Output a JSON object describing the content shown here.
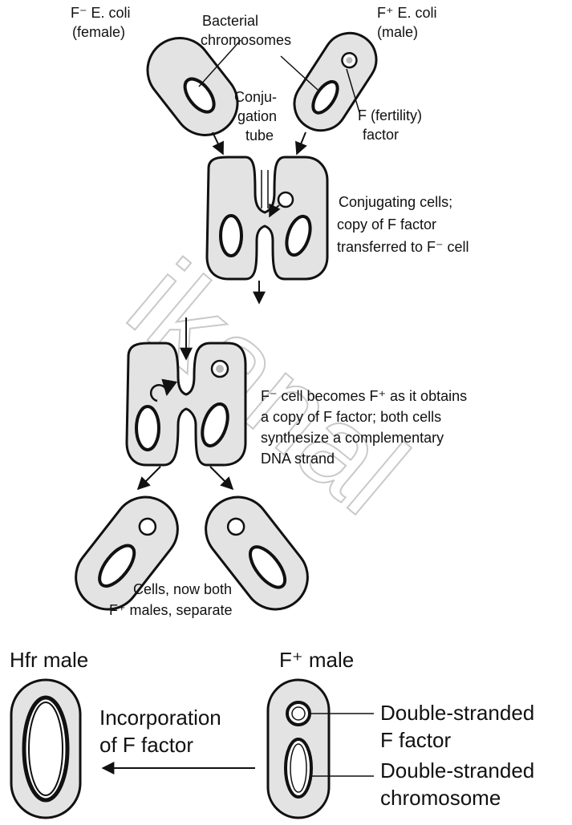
{
  "labels": {
    "female_line1": "F⁻ E. coli",
    "female_line2": "(female)",
    "bact_chrom_line1": "Bacterial",
    "bact_chrom_line2": "chromosomes",
    "male_line1": "F⁺ E. coli",
    "male_line2": "(male)",
    "tube_line1": "Conju-",
    "tube_line2": "gation",
    "tube_line3": "tube",
    "ffactor_line1": "F (fertility)",
    "ffactor_line2": "factor",
    "conj_line1": "Conjugating cells;",
    "conj_line2": "copy of F factor",
    "conj_line3": "transferred to F⁻ cell",
    "becomes_line1": "F⁻ cell becomes F⁺ as it obtains",
    "becomes_line2": "a copy of F factor; both cells",
    "becomes_line3": "synthesize a complementary",
    "becomes_line4": "DNA strand",
    "separate_line1": "Cells, now both",
    "separate_line2": "F⁺ males, separate",
    "hfr": "Hfr male",
    "fplus": "F⁺ male",
    "incorp_line1": "Incorporation",
    "incorp_line2": "of F factor",
    "ds_factor_line1": "Double-stranded",
    "ds_factor_line2": "F factor",
    "ds_chrom_line1": "Double-stranded",
    "ds_chrom_line2": "chromosome"
  },
  "watermark": "ikanal",
  "colors": {
    "ink": "#111111",
    "cell_fill": "#e3e3e3",
    "background": "#ffffff"
  }
}
